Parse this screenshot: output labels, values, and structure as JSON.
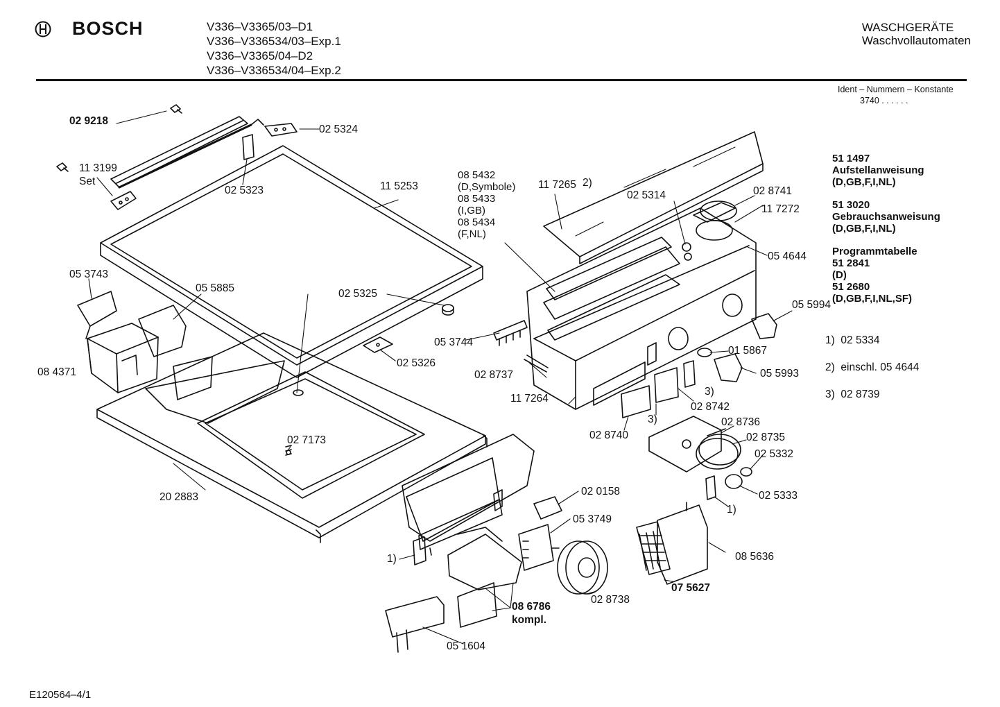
{
  "header": {
    "brand": "BOSCH",
    "models": [
      "V336–V3365/03–D1",
      "V336–V336534/03–Exp.1",
      "V336–V3365/04–D2",
      "V336–V336534/04–Exp.2"
    ],
    "category_line1": "WASCHGERÄTE",
    "category_line2": "Waschvollautomaten",
    "ident_label": "Ident – Nummern – Konstante",
    "ident_value": "3740 . . . . . ."
  },
  "documents": {
    "install": [
      "51 1497",
      "Aufstellanweisung",
      "(D,GB,F,I,NL)"
    ],
    "usage": [
      "51 3020",
      "Gebrauchsanweisung",
      "(D,GB,F,I,NL)"
    ],
    "program": [
      "Programmtabelle",
      "51 2841",
      "(D)",
      "51 2680",
      "(D,GB,F,I,NL,SF)"
    ]
  },
  "notes": [
    {
      "key": "1)",
      "text": "02 5334"
    },
    {
      "key": "2)",
      "text": "einschl. 05 4644"
    },
    {
      "key": "3)",
      "text": "02 8739"
    }
  ],
  "labels": {
    "l_029218": "02 9218",
    "l_025324": "02 5324",
    "l_113199": "11 3199",
    "l_set": "Set",
    "l_025323": "02 5323",
    "l_115253": "11 5253",
    "l_053743": "05 3743",
    "l_055885": "05 5885",
    "l_025325": "02 5325",
    "l_084371": "08 4371",
    "l_053744": "05 3744",
    "l_025326": "02 5326",
    "l_027173": "02 7173",
    "l_202883": "20 2883",
    "l_117265": "11 7265",
    "l_2a": "2)",
    "l_025314": "02 5314",
    "l_028741": "02 8741",
    "l_117272": "11 7272",
    "l_054644": "05 4644",
    "l_055994": "05 5994",
    "l_015867": "01 5867",
    "l_055993": "05 5993",
    "l_028737": "02 8737",
    "l_117264": "11 7264",
    "l_3a": "3)",
    "l_028742": "02 8742",
    "l_3b": "3)",
    "l_028740": "02 8740",
    "l_028736": "02 8736",
    "l_028735": "02 8735",
    "l_025332": "02 5332",
    "l_025333": "02 5333",
    "l_1a": "1)",
    "l_020158": "02 0158",
    "l_053749": "05 3749",
    "l_085636": "08 5636",
    "l_075627": "07 5627",
    "l_028738": "02 8738",
    "l_086786": "08 6786",
    "l_kompl": "kompl.",
    "l_1b": "1)",
    "l_051604": "05 1604"
  },
  "symbols_block": [
    "08 5432",
    "(D,Symbole)",
    "08 5433",
    "(I,GB)",
    "08 5434",
    "(F,NL)"
  ],
  "footer": "E120564–4/1"
}
